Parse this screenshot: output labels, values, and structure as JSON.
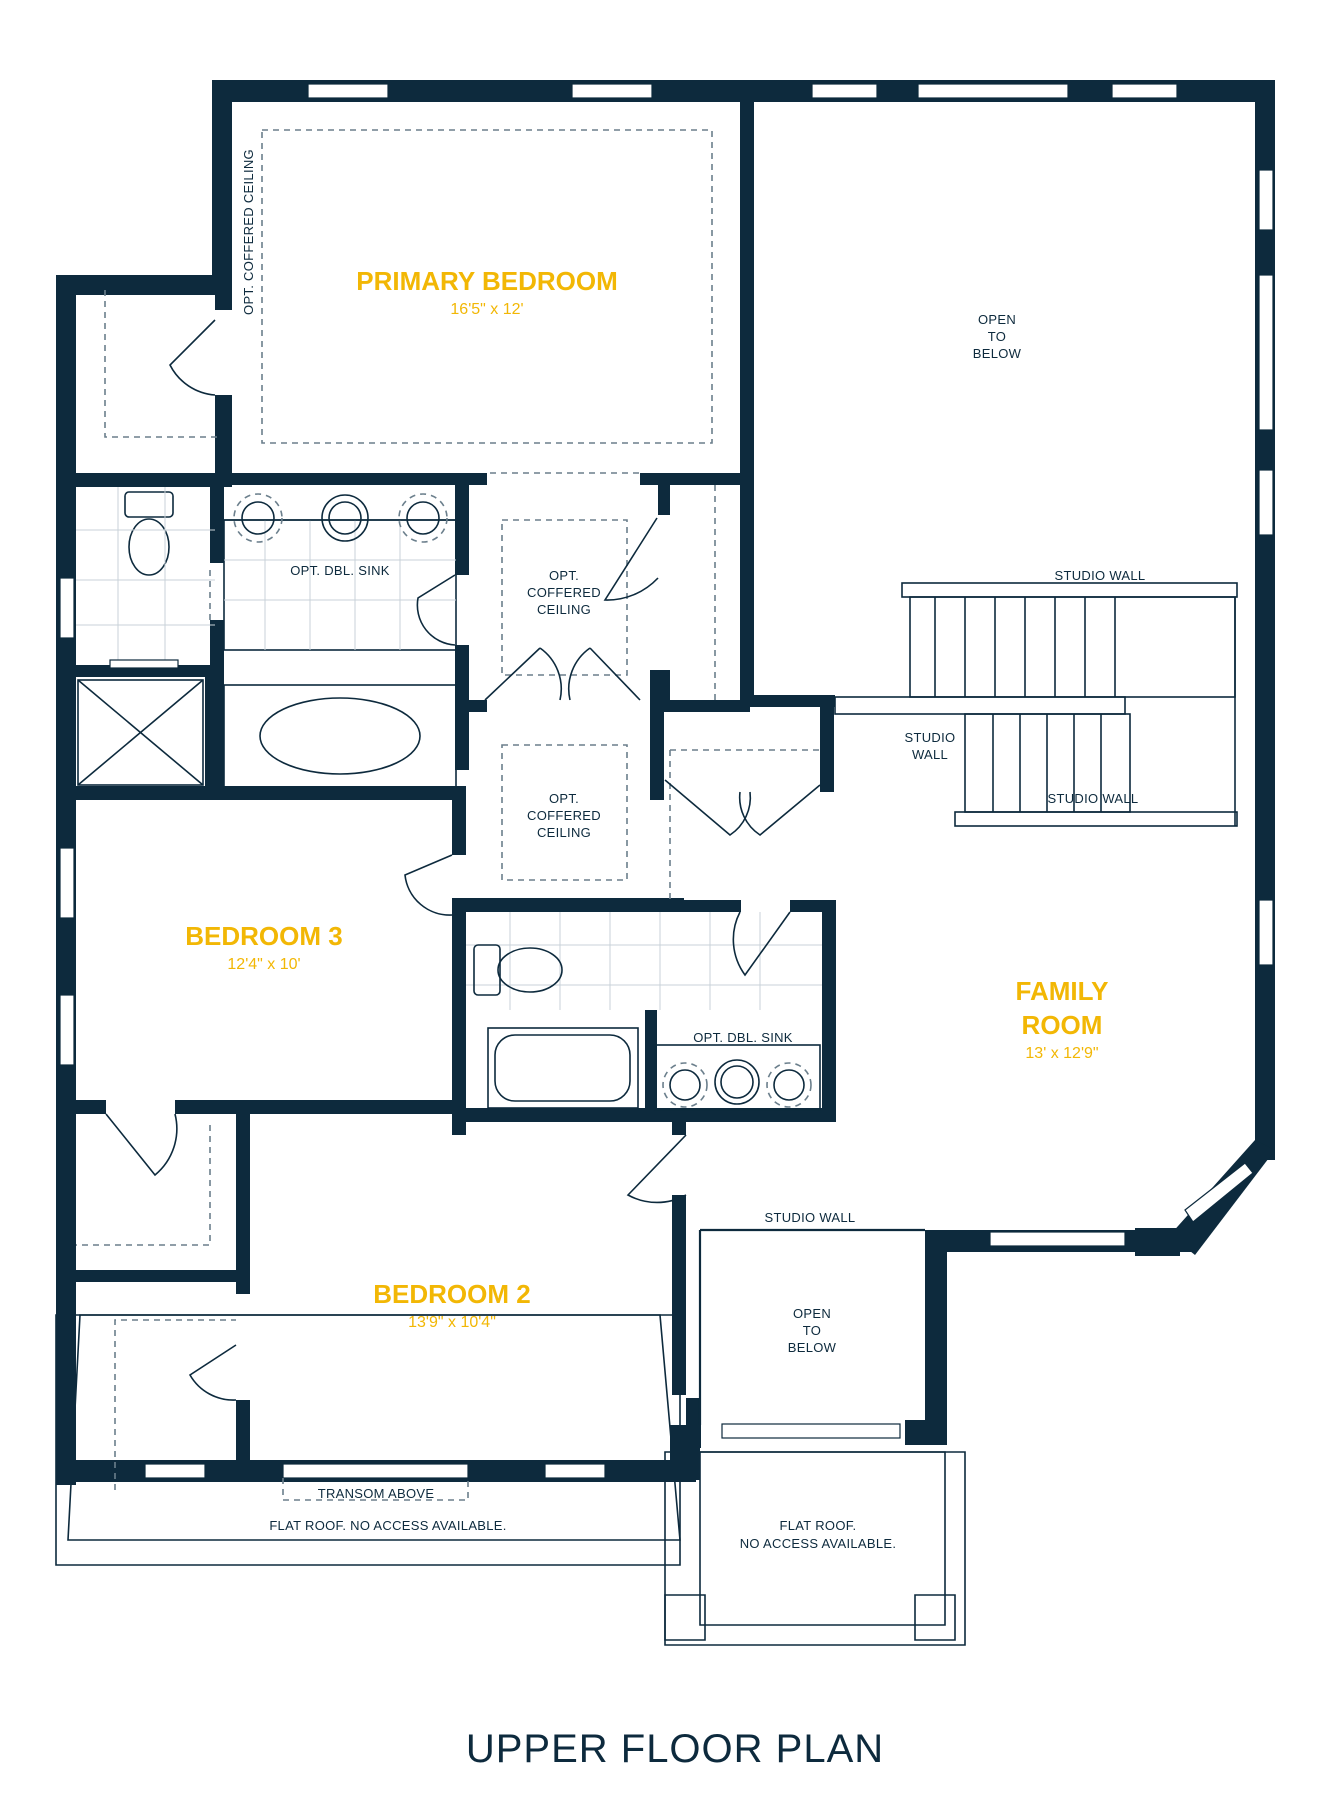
{
  "title": "UPPER FLOOR PLAN",
  "colors": {
    "wall": "#0d2a3d",
    "room_label": "#f2b705",
    "annotation": "#0d2a3d"
  },
  "rooms": {
    "primary_bedroom": {
      "name": "PRIMARY BEDROOM",
      "dims": "16'5\" x 12'"
    },
    "bedroom3": {
      "name": "BEDROOM 3",
      "dims": "12'4\" x 10'"
    },
    "bedroom2": {
      "name": "BEDROOM 2",
      "dims": "13'9\" x 10'4\""
    },
    "family_room": {
      "name_line1": "FAMILY",
      "name_line2": "ROOM",
      "dims": "13' x 12'9\""
    }
  },
  "notes": {
    "opt_coffered_ceiling_vertical": "OPT. COFFERED CEILING",
    "open_to_below_top": [
      "OPEN",
      "TO",
      "BELOW"
    ],
    "open_to_below_bottom": [
      "OPEN",
      "TO",
      "BELOW"
    ],
    "opt_dbl_sink_top": "OPT. DBL. SINK",
    "opt_dbl_sink_bottom": "OPT. DBL. SINK",
    "coffered_upper": [
      "OPT.",
      "COFFERED",
      "CEILING"
    ],
    "coffered_lower": [
      "OPT.",
      "COFFERED",
      "CEILING"
    ],
    "studio_wall_top": "STUDIO WALL",
    "studio_wall_middle": [
      "STUDIO",
      "WALL"
    ],
    "studio_wall_stair": "STUDIO WALL",
    "studio_wall_bottom": "STUDIO WALL",
    "transom_above": "TRANSOM ABOVE",
    "flat_roof_left": "FLAT ROOF. NO ACCESS AVAILABLE.",
    "flat_roof_right": [
      "FLAT ROOF.",
      "NO ACCESS AVAILABLE."
    ]
  }
}
